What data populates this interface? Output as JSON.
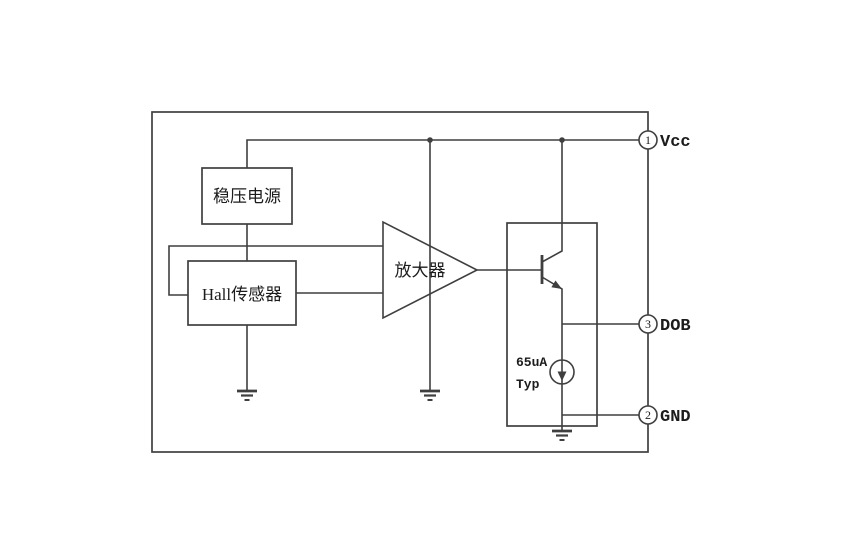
{
  "diagram": {
    "type": "ic-functional-block-diagram",
    "colors": {
      "line": "#3f3f3f",
      "text": "#1c1c1c",
      "background": "#ffffff"
    },
    "blocks": {
      "regulator": {
        "label": "稳压电源"
      },
      "hall_sensor": {
        "label": "Hall传感器"
      },
      "amplifier": {
        "label": "放大器"
      }
    },
    "current_source": {
      "value": "65uA",
      "qualifier": "Typ"
    },
    "pins": [
      {
        "number": "1",
        "label": "Vcc"
      },
      {
        "number": "3",
        "label": "DOB"
      },
      {
        "number": "2",
        "label": "GND"
      }
    ]
  }
}
